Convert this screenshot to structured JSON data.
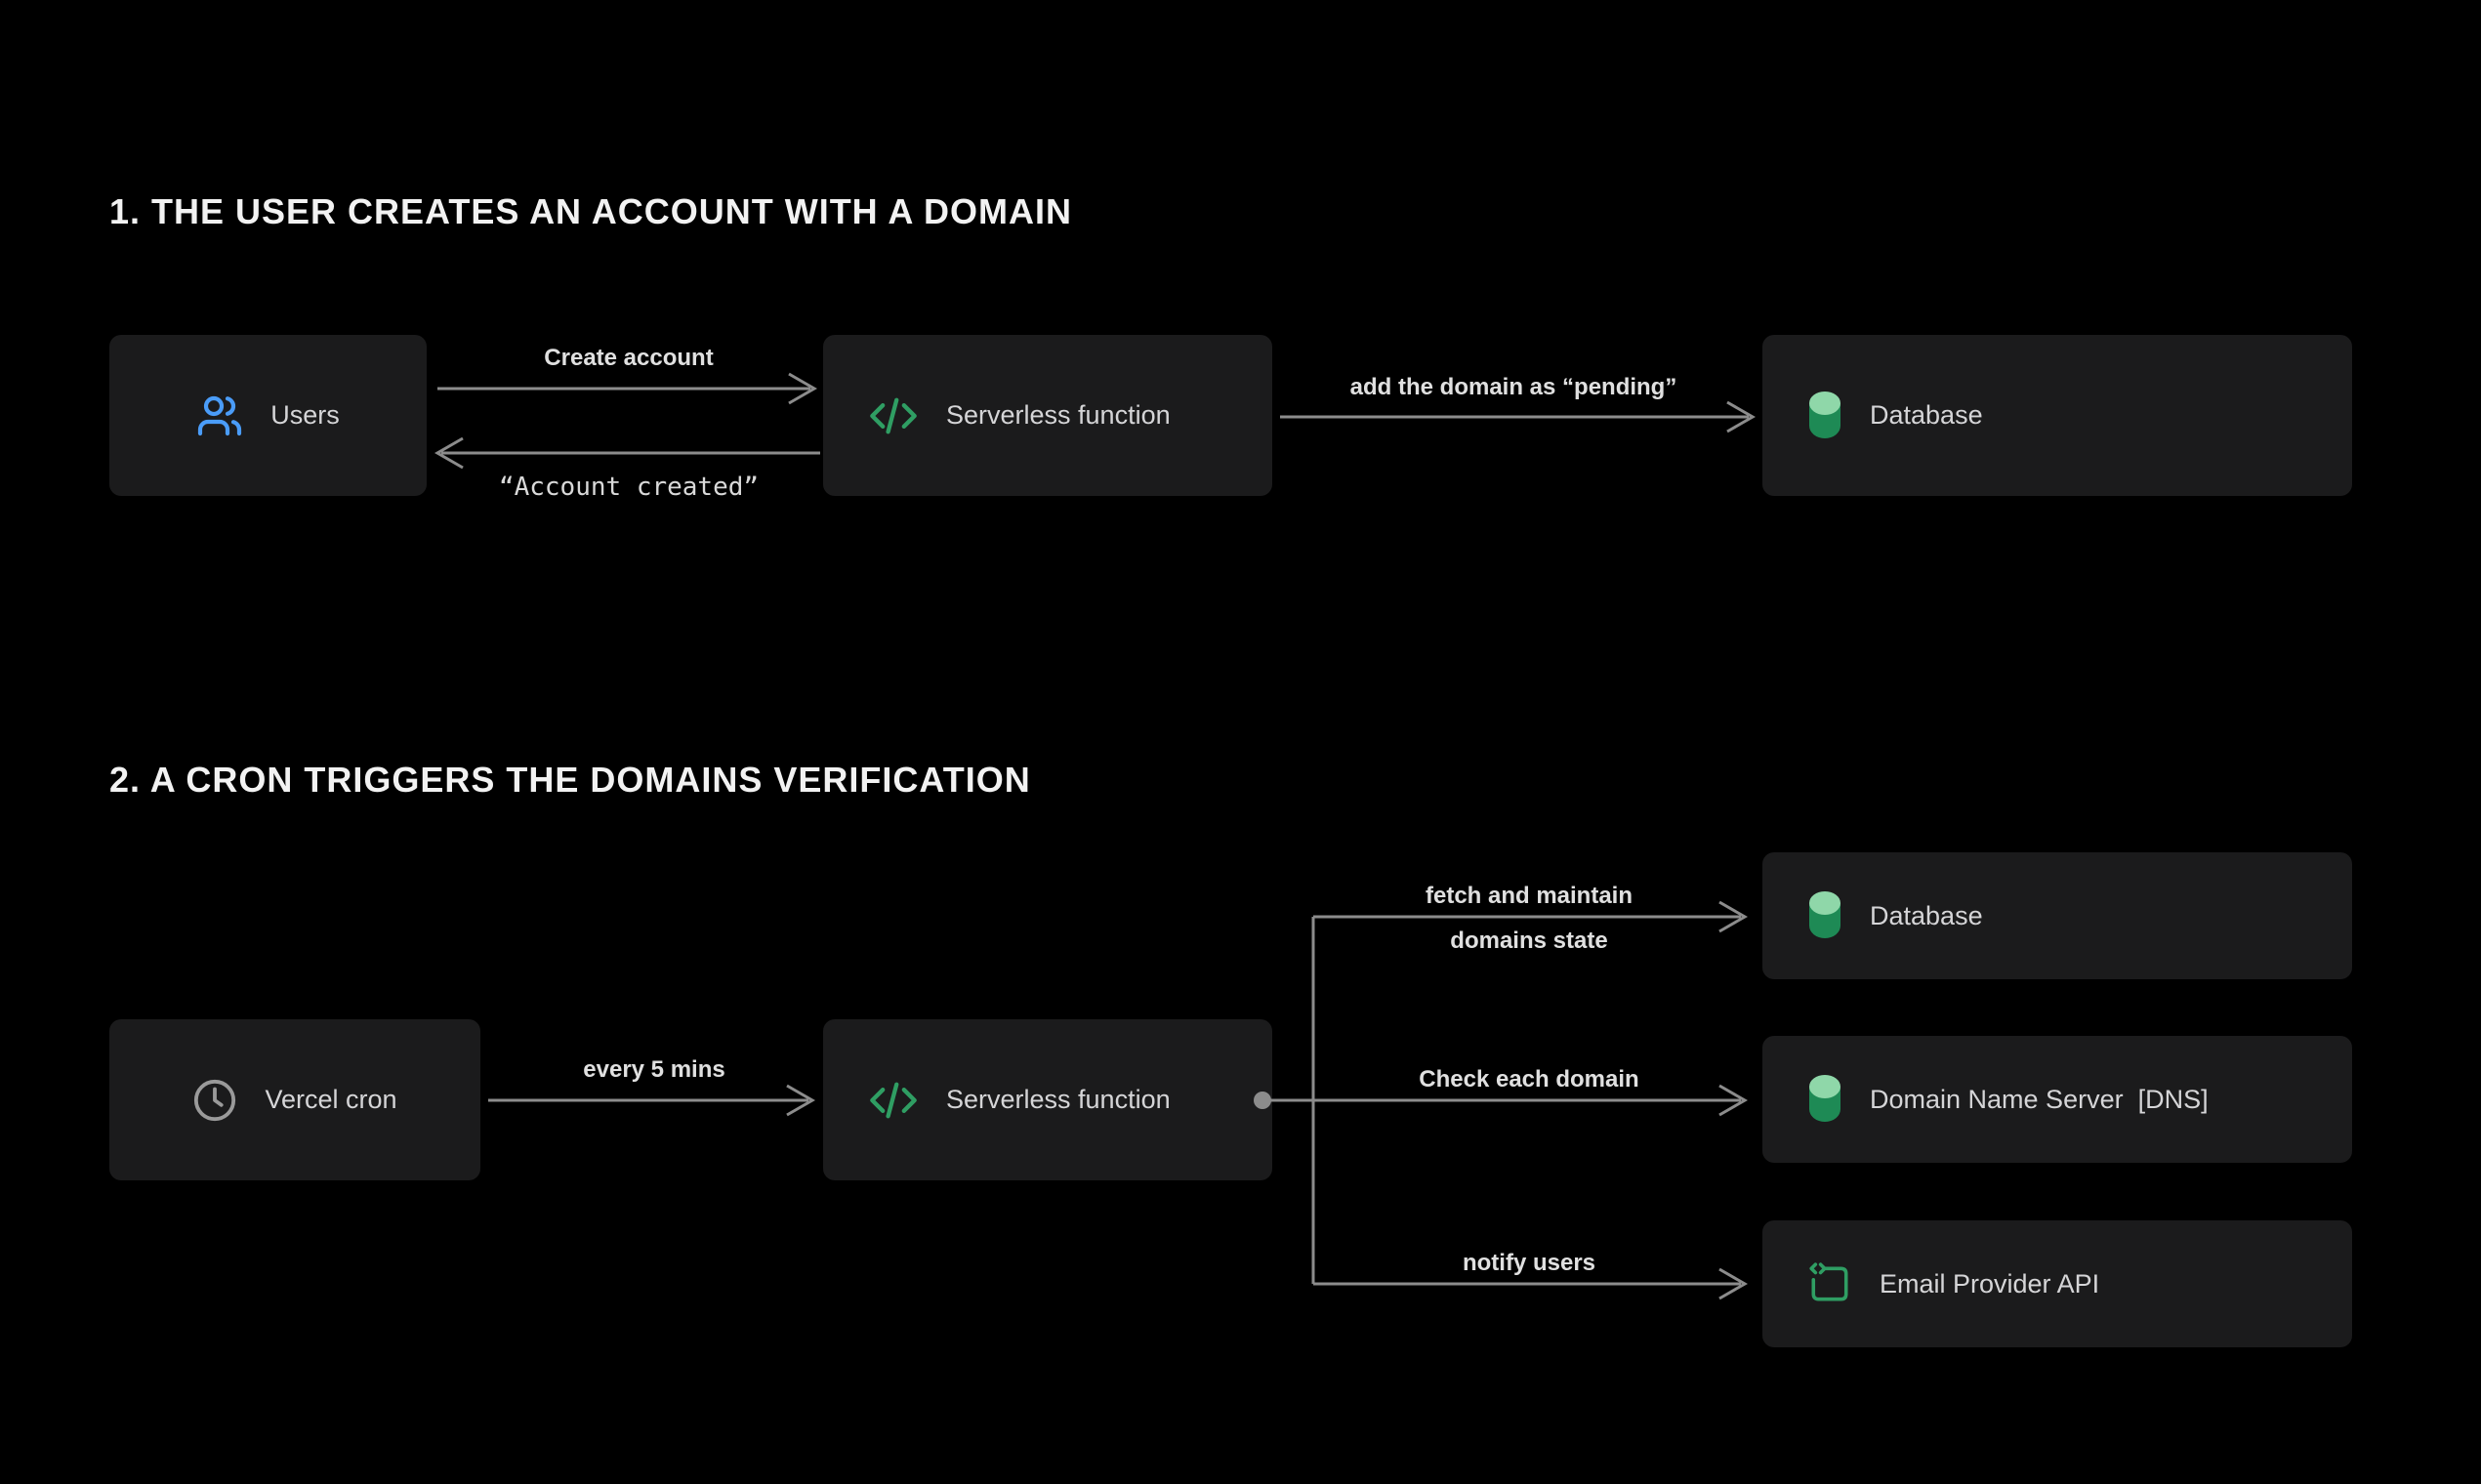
{
  "sections": [
    {
      "title": "1. THE USER CREATES AN ACCOUNT WITH A DOMAIN"
    },
    {
      "title": "2. A CRON TRIGGERS THE DOMAINS VERIFICATION"
    }
  ],
  "nodes": {
    "users": {
      "label": "Users",
      "icon": "users-icon"
    },
    "serverless1": {
      "label": "Serverless function",
      "icon": "code-icon"
    },
    "database1": {
      "label": "Database",
      "icon": "database-cylinder-icon"
    },
    "vercel_cron": {
      "label": "Vercel cron",
      "icon": "clock-icon"
    },
    "serverless2": {
      "label": "Serverless function",
      "icon": "code-icon"
    },
    "database2": {
      "label": "Database",
      "icon": "database-cylinder-icon"
    },
    "dns": {
      "label": "Domain Name Server  [DNS]",
      "icon": "database-cylinder-icon"
    },
    "email": {
      "label": "Email Provider API",
      "icon": "template-brackets-icon"
    }
  },
  "edges": {
    "create_account": {
      "label": "Create account"
    },
    "account_created": {
      "label": "“Account created”"
    },
    "add_pending": {
      "label": "add the domain as “pending”"
    },
    "every_5_mins": {
      "label": "every 5 mins"
    },
    "fetch": {
      "line1": "fetch and maintain",
      "line2": "domains state"
    },
    "check_domain": {
      "label": "Check each domain"
    },
    "notify_users": {
      "label": "notify users"
    }
  },
  "colors": {
    "background": "#000000",
    "box_bg": "#1b1b1c",
    "box_text": "#d5d5d7",
    "title_text": "#f2f2f2",
    "arrow": "#8c8c8c",
    "green": "#2f9e63",
    "green_light": "#8fd7a9",
    "blue": "#4a9cf8",
    "clock_gray": "#9a9a9a"
  }
}
